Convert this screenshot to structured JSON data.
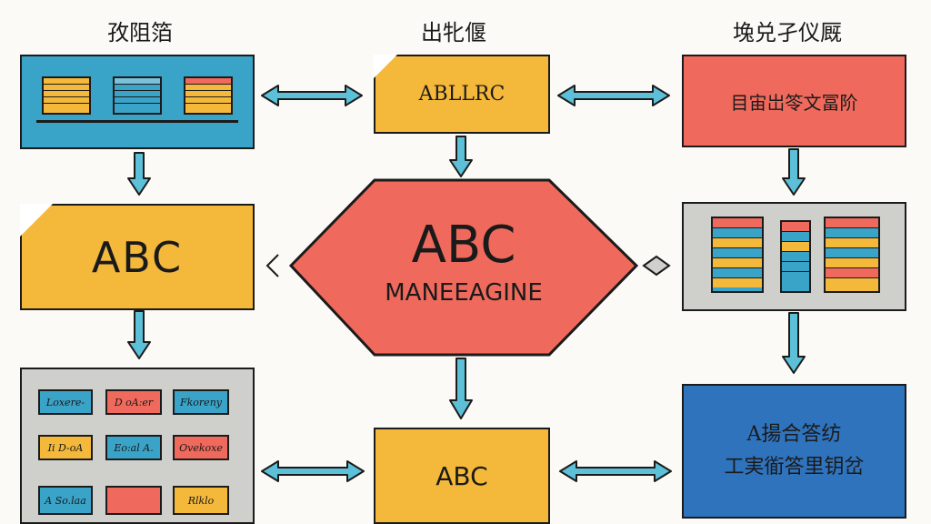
{
  "headers": {
    "left": "孜阻箔",
    "center": "出牝偃",
    "right": "堍兑孑仪厩"
  },
  "boxes": {
    "top_center_label": "ABLLRC",
    "top_right_label": "目宙岀笭文冨阶",
    "mid_left_label": "ABC",
    "hexagon_title": "ABC",
    "hexagon_subtitle": "MANEEAGINE",
    "bottom_center_label": "ABC",
    "bottom_right_line1": "A揚合答纺",
    "bottom_right_line2": "工実衜答里钥岔"
  },
  "chips": [
    {
      "label": "Loxere-",
      "color": "#3aa3c8"
    },
    {
      "label": "D oA:er",
      "color": "#ef6a5c"
    },
    {
      "label": "Fkoreny",
      "color": "#3aa3c8"
    },
    {
      "label": "Ii D-oA",
      "color": "#f4b93a"
    },
    {
      "label": "Eo:al A.",
      "color": "#3aa3c8"
    },
    {
      "label": "Ovekoxe",
      "color": "#ef6a5c"
    },
    {
      "label": "A So.laa",
      "color": "#3aa3c8"
    },
    {
      "label": "",
      "color": "#ef6a5c"
    },
    {
      "label": "Rlklo",
      "color": "#f4b93a"
    }
  ],
  "colors": {
    "blue": "#3aa3c8",
    "yellow": "#f4b93a",
    "red": "#ef6a5c",
    "grey": "#cfcfcc",
    "navy": "#2f73bd",
    "arrow": "#5cc0d8"
  }
}
